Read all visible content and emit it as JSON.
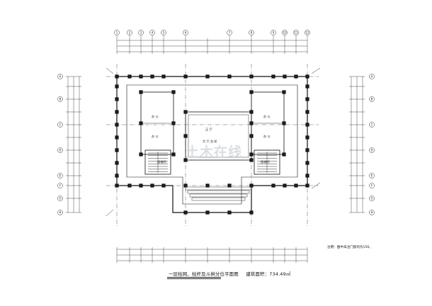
{
  "drawing": {
    "title": "一层柱网、柱杆及斗栱分位平面图",
    "area_label": "建筑面积：734.49㎡",
    "note": "注明：图中未注门窗均为150。",
    "watermark": "土木在线"
  },
  "rooms": {
    "hall_main": "正 厅",
    "hall_sub": "大 厅 台 阶",
    "room_l1": "办 公",
    "room_l2": "办 公",
    "room_r1": "办 公",
    "room_r2": "办 公",
    "stair_l": "楼梯间",
    "stair_r": "楼梯间"
  },
  "grid_top": [
    "1",
    "2",
    "3",
    "4",
    "5",
    "6",
    "7",
    "8",
    "9",
    "10",
    "11",
    "12"
  ],
  "grid_left": [
    "A",
    "B",
    "C",
    "D",
    "E",
    "F",
    "G",
    "H"
  ],
  "colors": {
    "line": "#222222",
    "background": "#ffffff"
  }
}
